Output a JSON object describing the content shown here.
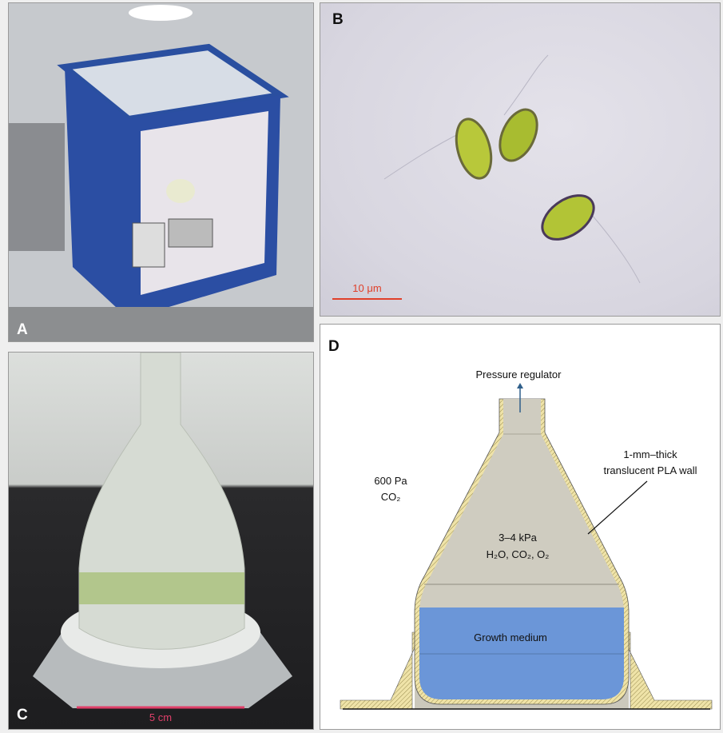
{
  "panels": {
    "a": {
      "label": "A"
    },
    "b": {
      "label": "B",
      "scale_bar": "10 μm"
    },
    "c": {
      "label": "C",
      "scale_bar": "5 cm"
    },
    "d": {
      "label": "D",
      "pressure_regulator": "Pressure regulator",
      "outside_pressure": "600 Pa",
      "outside_gas": "CO₂",
      "wall_line1": "1-mm–thick",
      "wall_line2": "translucent PLA wall",
      "inside_pressure": "3–4 kPa",
      "inside_gases": "H₂O, CO₂, O₂",
      "medium": "Growth medium"
    }
  },
  "colors": {
    "medium": "#6b96d8",
    "wall": "#e8dca0",
    "gas": "#cfccc0",
    "scale_b": "#e0402a",
    "scale_c": "#e0406a"
  }
}
